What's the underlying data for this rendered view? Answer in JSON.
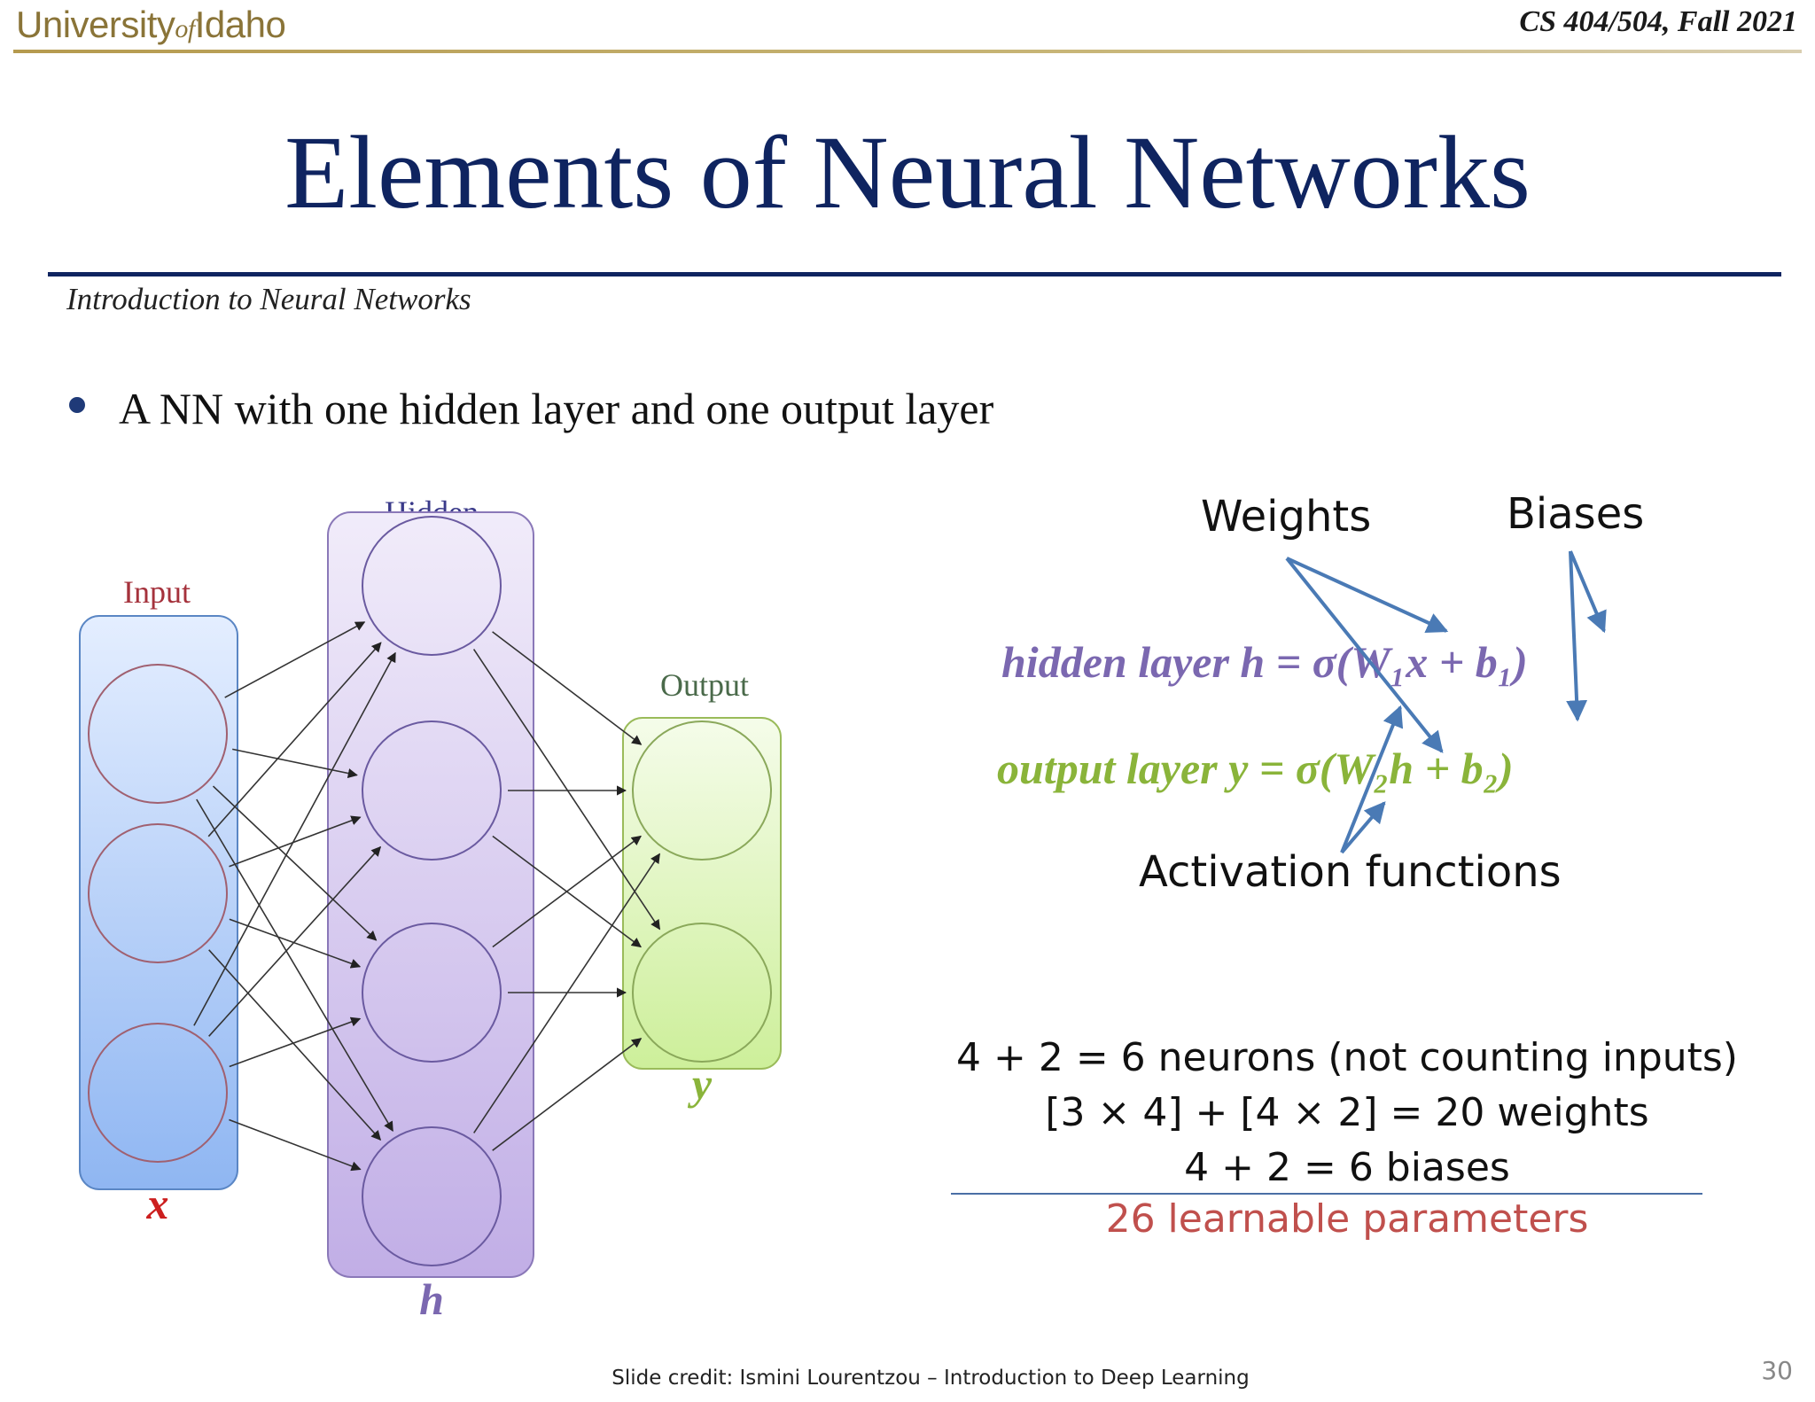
{
  "header": {
    "logo_text_1": "University",
    "logo_text_of": "of",
    "logo_text_2": "Idaho",
    "course": "CS 404/504, Fall 2021"
  },
  "slide": {
    "title": "Elements of Neural Networks",
    "subtitle": "Introduction to Neural Networks",
    "bullet": "A NN with one hidden layer and one output layer",
    "slide_number": "30",
    "credit": "Slide credit: Ismini Lourentzou – Introduction to Deep Learning"
  },
  "diagram": {
    "input_label": "Input",
    "hidden_label": "Hidden",
    "output_label": "Output",
    "x_var": "x",
    "h_var": "h",
    "y_var": "y",
    "input_count": 3,
    "hidden_count": 4,
    "output_count": 2
  },
  "equations": {
    "hidden": "hidden layer h = σ(W₁x + b₁)",
    "output": "output layer y = σ(W₂h + b₂)"
  },
  "annotations": {
    "weights": "Weights",
    "biases": "Biases",
    "activation": "Activation functions"
  },
  "counts": {
    "neurons": "4 + 2 = 6 neurons (not counting inputs)",
    "weights": "[3 × 4] + [4 × 2] = 20 weights",
    "biases": "4 + 2 = 6 biases",
    "total": "26 learnable parameters"
  },
  "colors": {
    "title": "#0f2460",
    "hidden_eq": "#7b68b0",
    "output_eq": "#8ab43a",
    "arrow": "#4a7ab5",
    "total": "#c0504d"
  }
}
